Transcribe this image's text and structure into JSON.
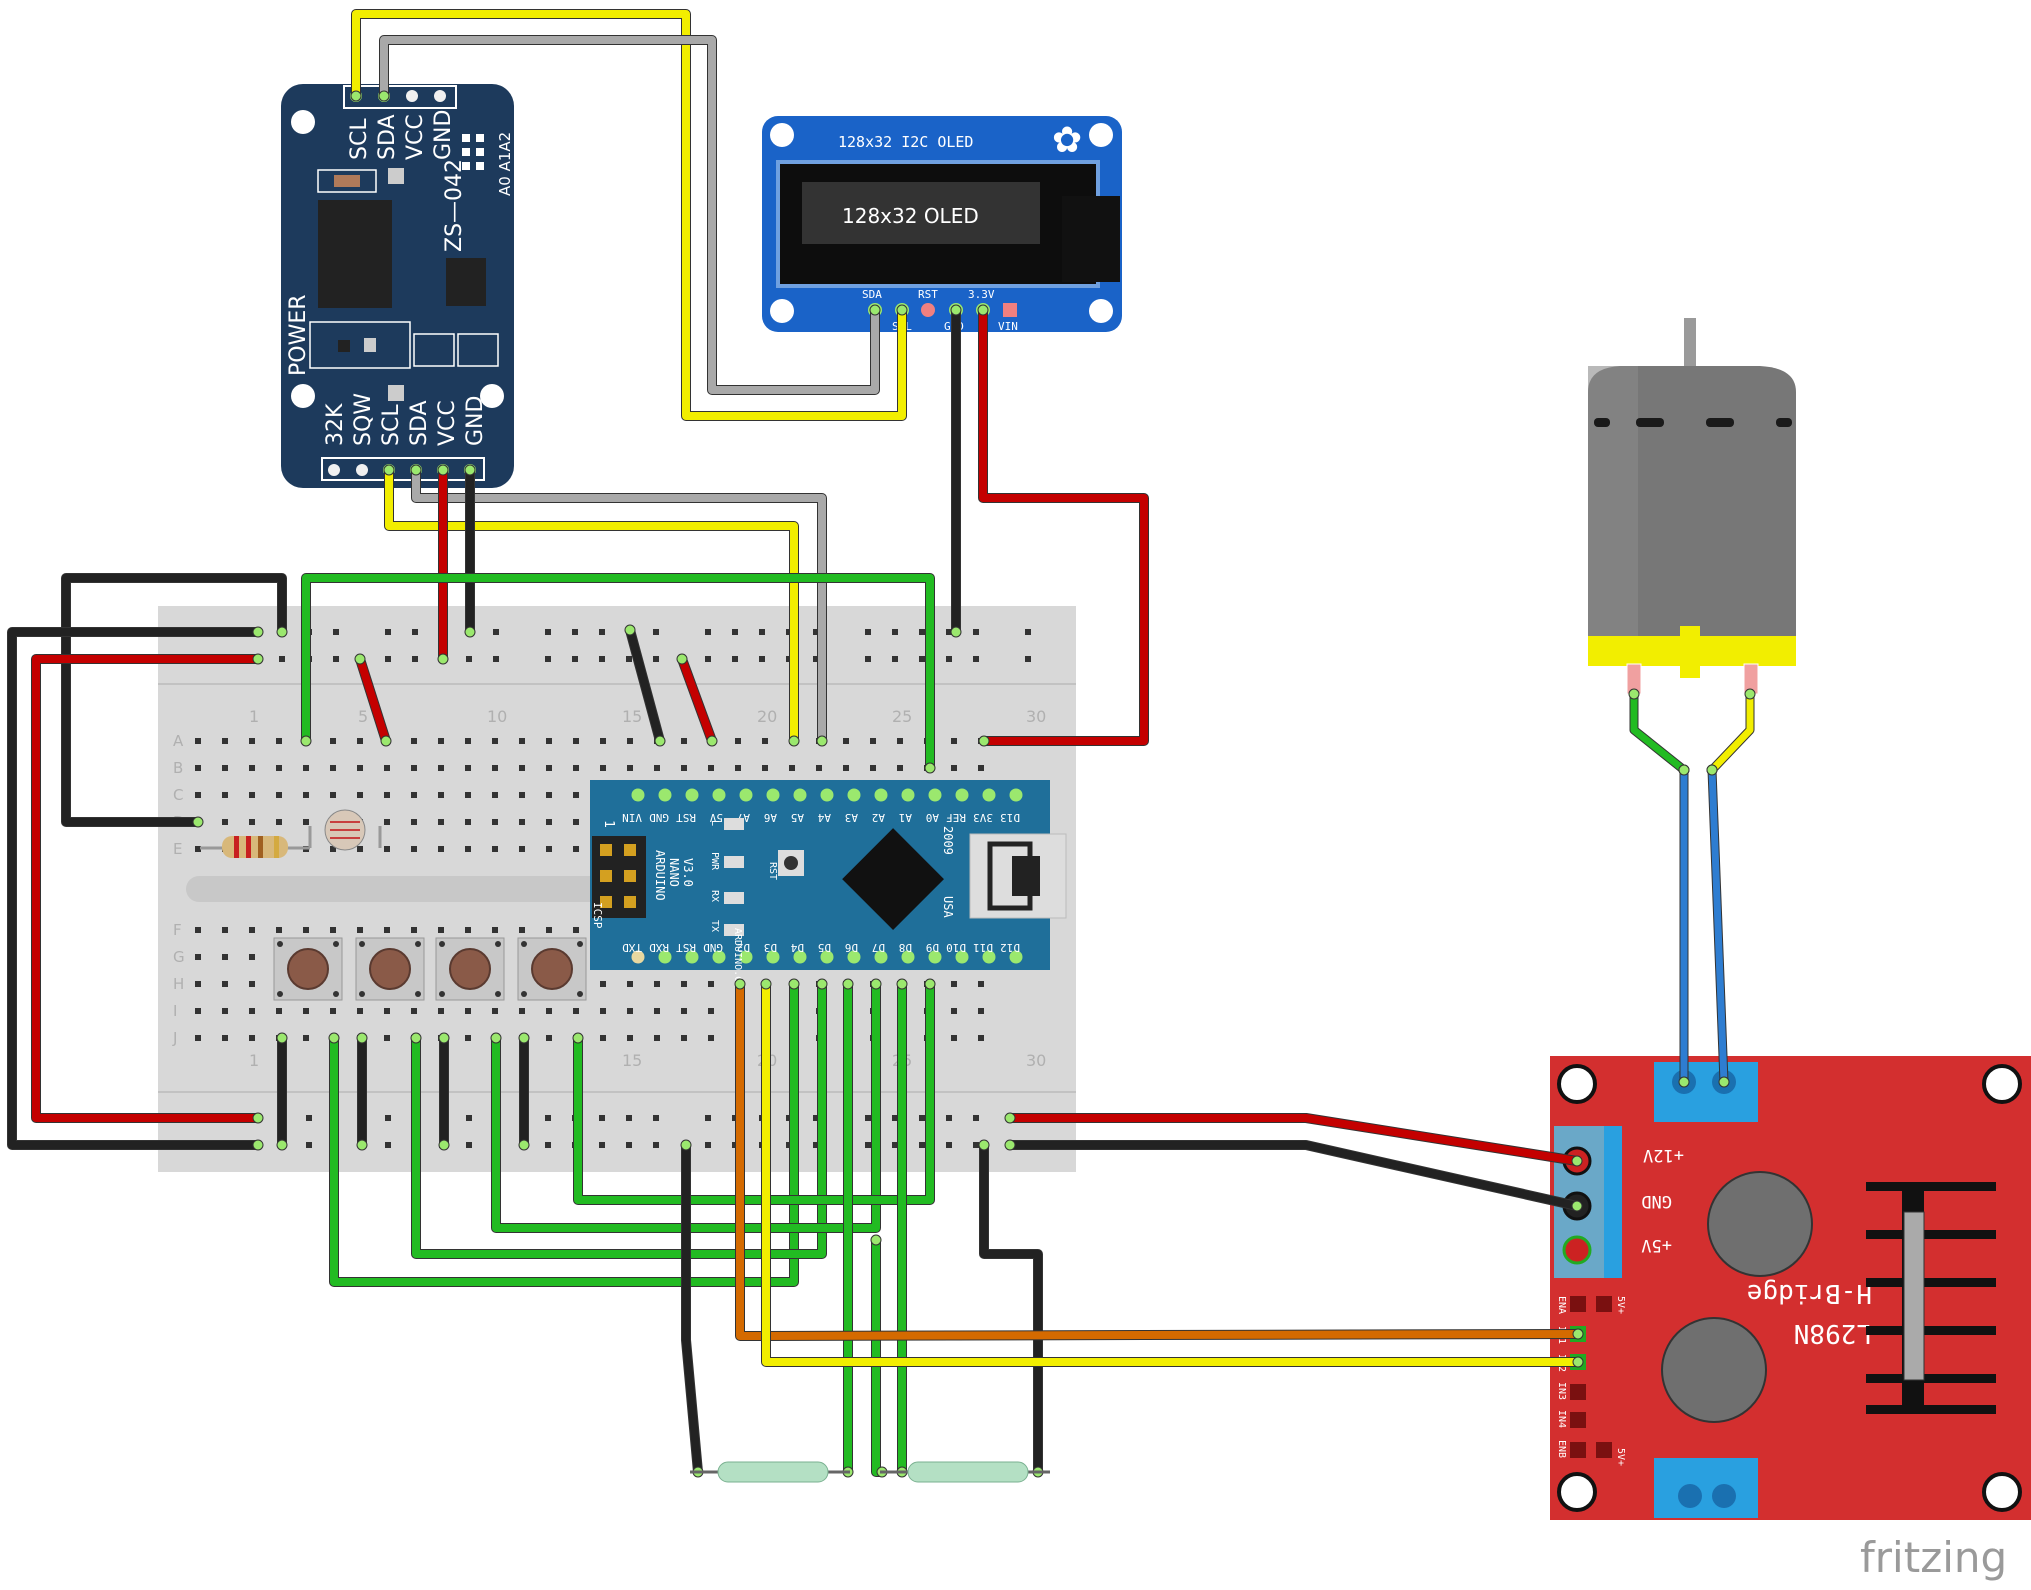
{
  "colors": {
    "wire_yellow": "#f2ee00",
    "wire_grey": "#a9a9a9",
    "wire_red": "#c40000",
    "wire_black": "#222222",
    "wire_green": "#22bb22",
    "wire_orange": "#d46a00",
    "wire_blue": "#2e7dd1",
    "rtc_board": "#1d3a5c",
    "oled_board": "#1a63c8",
    "nano_board": "#1f6f9a",
    "hbridge_board": "#d32f2f",
    "breadboard": "#d6d6d6",
    "motor_body": "#777777",
    "motor_cap": "#f2ee00"
  },
  "rtc": {
    "top_pins": [
      "SCL",
      "SDA",
      "VCC",
      "GND"
    ],
    "bottom_pins": [
      "32K",
      "SQW",
      "SCL",
      "SDA",
      "VCC",
      "GND"
    ],
    "model": "ZS—042",
    "addr": "A0 A1A2",
    "power": "POWER"
  },
  "oled": {
    "title": "128x32 I2C OLED",
    "screen_text": "128x32 OLED",
    "pins_top": [
      "SDA",
      "RST",
      "3.3V"
    ],
    "pins_bottom": [
      "SCL",
      "GND",
      "VIN"
    ]
  },
  "breadboard": {
    "col_labels_top": [
      "1",
      "5",
      "10",
      "15",
      "20",
      "25",
      "30"
    ],
    "col_labels_bottom": [
      "1",
      "15",
      "20",
      "25",
      "30"
    ],
    "rows": [
      "A",
      "B",
      "C",
      "D",
      "E",
      "F",
      "G",
      "H",
      "I",
      "J"
    ]
  },
  "nano": {
    "top_pins": [
      "D13",
      "3V3",
      "REF",
      "A0",
      "A1",
      "A2",
      "A3",
      "A4",
      "A5",
      "A6",
      "A7",
      "5V",
      "RST",
      "GND",
      "VIN"
    ],
    "bottom_pins": [
      "D12",
      "D11",
      "D10",
      "D9",
      "D8",
      "D7",
      "D6",
      "D5",
      "D4",
      "D3",
      "D2",
      "GND",
      "RST",
      "RXD",
      "TXD"
    ],
    "name_lines": [
      "ARDUINO",
      "NANO",
      "V3.0"
    ],
    "icsp": "ICSP",
    "leds": [
      "L",
      "PWR",
      "RX",
      "TX"
    ],
    "rst": "RST",
    "site": "ARDUINO.CC",
    "year": "2009",
    "country": "USA",
    "one": "1"
  },
  "hbridge": {
    "terminals": [
      "+12V",
      "GND",
      "+5V"
    ],
    "name": "L298N",
    "subtitle": "H-Bridge",
    "pins": [
      "ENA",
      "IN1",
      "IN2",
      "IN3",
      "IN4",
      "ENB"
    ],
    "jumper_label_1": "5V+",
    "jumper_label_2": "5V+"
  },
  "watermark": "fritzing"
}
